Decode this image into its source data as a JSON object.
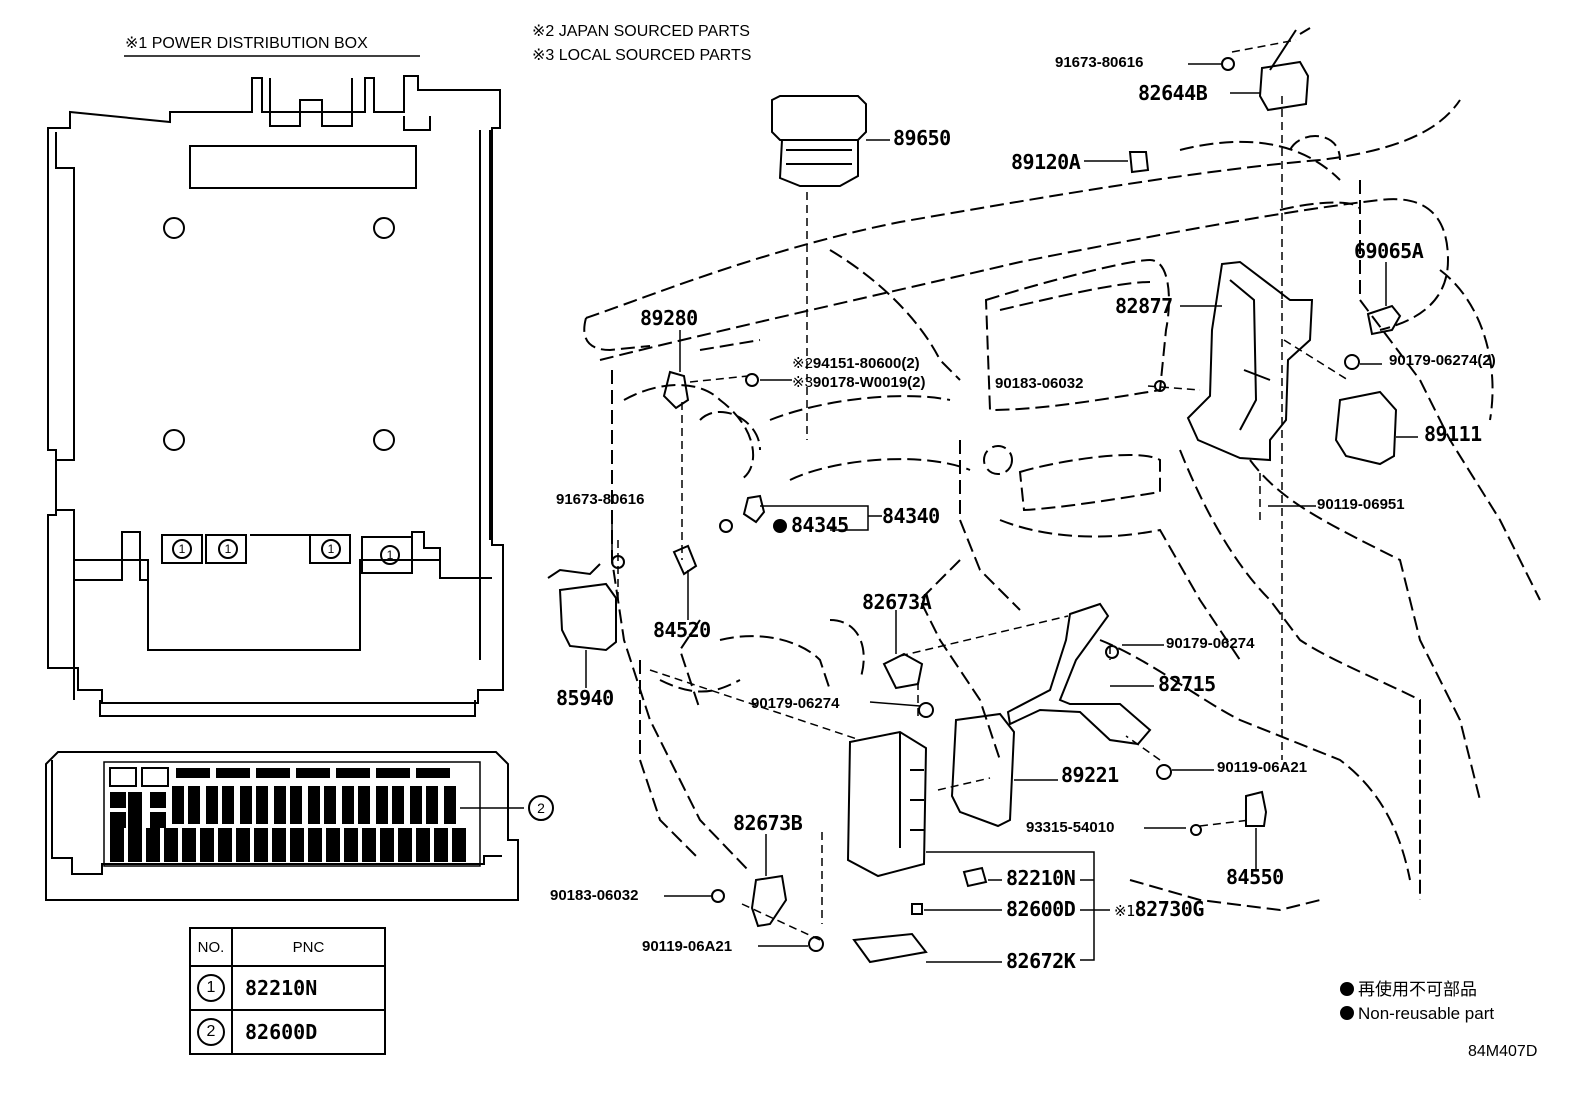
{
  "notes": {
    "power_box": "※1  POWER DISTRIBUTION BOX",
    "japan": "※2 JAPAN SOURCED PARTS",
    "local": "※3 LOCAL SOURCED PARTS"
  },
  "parts": {
    "p91673_top": "91673-80616",
    "p82644B": "82644B",
    "p89650": "89650",
    "p89120A": "89120A",
    "p69065A": "69065A",
    "p82877": "82877",
    "p89280": "89280",
    "p94151": "94151-80600(2)",
    "p90178": "90178-W0019(2)",
    "p90183_top": "90183-06032",
    "p90179_right": "90179-06274(2)",
    "p89111": "89111",
    "p91673_left": "91673-80616",
    "p90119_06951": "90119-06951",
    "p84345": "84345",
    "p84340": "84340",
    "p82673A": "82673A",
    "p84520": "84520",
    "p90179_mid": "90179-06274",
    "p85940": "85940",
    "p82715": "82715",
    "p90179_left": "90179-06274",
    "p89221": "89221",
    "p90119_06A21_r": "90119-06A21",
    "p82673B": "82673B",
    "p93315": "93315-54010",
    "p84550": "84550",
    "p82210N": "82210N",
    "p90183_bottom": "90183-06032",
    "p82600D": "82600D",
    "p82730G": "82730G",
    "p90119_06A21_b": "90119-06A21",
    "p82672K": "82672K"
  },
  "marks": {
    "note1": "※1",
    "note2": "※2",
    "note3": "※3",
    "circle1": "1",
    "circle2": "2"
  },
  "table": {
    "head_no": "NO.",
    "head_pnc": "PNC",
    "rows": [
      {
        "no": "1",
        "pnc": "82210N"
      },
      {
        "no": "2",
        "pnc": "82600D"
      }
    ]
  },
  "legend": {
    "jp": "再使用不可部品",
    "en": "Non-reusable part"
  },
  "diagram_code": "84M407D"
}
